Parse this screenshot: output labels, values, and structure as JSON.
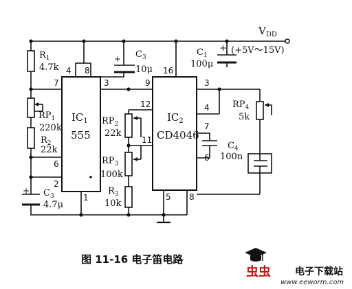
{
  "figure": {
    "caption": "图 11-16   电子笛电路"
  },
  "supply": {
    "vdd": "V",
    "vdd_sub": "DD",
    "range": "(+5V～15V)"
  },
  "ic1": {
    "name": "IC",
    "sub": "1",
    "model": "555",
    "pins": [
      "4",
      "8",
      "7",
      "3",
      "6",
      "2",
      "1"
    ]
  },
  "ic2": {
    "name": "IC",
    "sub": "2",
    "model": "CD4046",
    "pins": [
      "16",
      "9",
      "3",
      "12",
      "4",
      "11",
      "7",
      "6",
      "5",
      "8"
    ]
  },
  "components": {
    "r1_name": "R",
    "r1_sub": "1",
    "r1_value": "4.7k",
    "rp1_name": "RP",
    "rp1_sub": "1",
    "rp1_value": "220k",
    "r2_name": "R",
    "r2_sub": "2",
    "r2_value": "22k",
    "c3_top_name": "C",
    "c3_top_sub": "3",
    "c3_top_value": "10μ",
    "c3_bot_name": "C",
    "c3_bot_sub": "3",
    "c3_bot_value": "4.7μ",
    "c1_name": "C",
    "c1_sub": "1",
    "c1_value": "100μ",
    "rp2_name": "RP",
    "rp2_sub": "2",
    "rp2_value": "22k",
    "rp3_name": "RP",
    "rp3_sub": "3",
    "rp3_value": "100k",
    "r3_name": "R",
    "r3_sub": "3",
    "r3_value": "10k",
    "c4_name": "C",
    "c4_sub": "4",
    "c4_value": "100n",
    "rp4_name": "RP",
    "rp4_sub": "4",
    "rp4_value": "5k"
  },
  "watermark": {
    "brand_glyphs": "虫虫",
    "brand_text": "电子下载站",
    "url": "www.eeworm.com",
    "logo_icon": "bug-mortarboard-logo-icon"
  }
}
